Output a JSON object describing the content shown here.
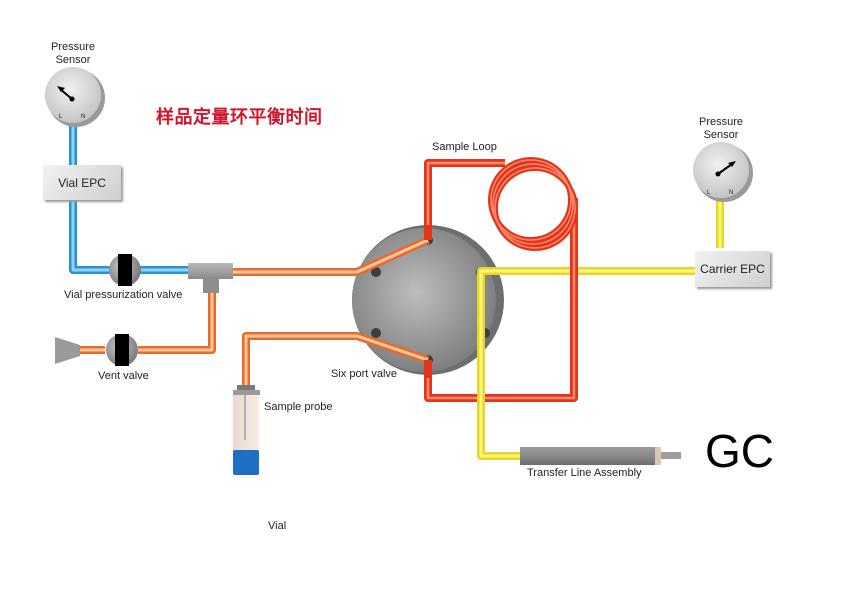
{
  "title": "样品定量环平衡时间",
  "gc_label": "GC",
  "components": {
    "pressure_sensor_left": {
      "label_line1": "Pressure",
      "label_line2": "Sensor",
      "dial_left": "L",
      "dial_right": "N"
    },
    "pressure_sensor_right": {
      "label_line1": "Pressure",
      "label_line2": "Sensor",
      "dial_left": "L",
      "dial_right": "N"
    },
    "vial_epc": {
      "label": "Vial EPC"
    },
    "carrier_epc": {
      "label": "Carrier EPC"
    },
    "vial_pressurization_valve": {
      "label": "Vial pressurization valve"
    },
    "vent_valve": {
      "label": "Vent valve"
    },
    "six_port_valve": {
      "label": "Six port valve"
    },
    "sample_loop": {
      "label": "Sample Loop"
    },
    "sample_probe": {
      "label": "Sample probe"
    },
    "vial": {
      "label": "Vial"
    },
    "transfer_line": {
      "label": "Transfer Line Assembly"
    }
  },
  "colors": {
    "title": "#d0162e",
    "blue_line": "#35a8e6",
    "orange_line": "#f07a3a",
    "red_line": "#ea3b22",
    "yellow_line": "#f2e84a",
    "valve_body": "#9a9a9a",
    "vial_liquid": "#1e6fc4"
  }
}
